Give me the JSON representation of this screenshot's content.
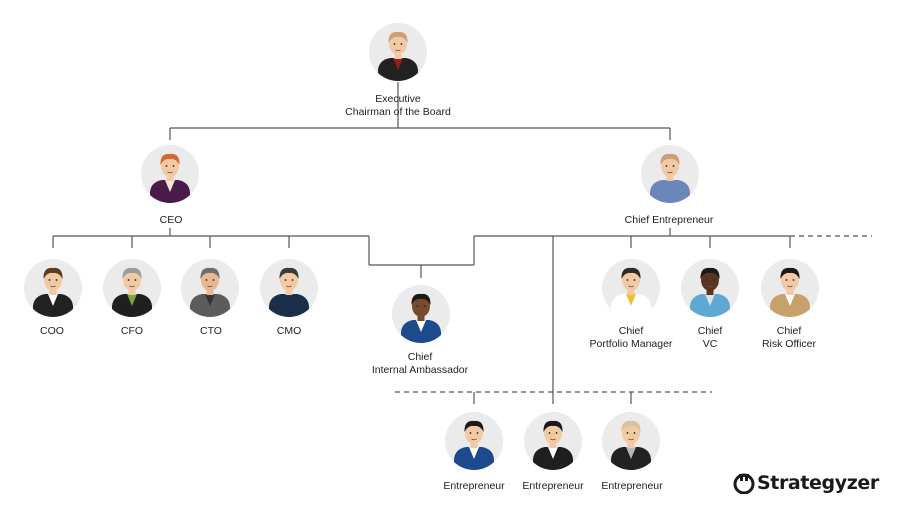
{
  "colors": {
    "line": "#555555",
    "avatar_bg": "#ebebeb",
    "skin": "#f2c9a5",
    "dark_skin": "#7a4a2c",
    "text": "#222222",
    "logo": "#1a1a1a"
  },
  "nodes": {
    "executive": {
      "lines": [
        "Executive",
        "Chairman of the Board"
      ],
      "suit": "#222222",
      "hair": "#c9a07c",
      "skin": "#f2c9a5",
      "accent": "#9b1b1b"
    },
    "ceo": {
      "lines": [
        "CEO"
      ],
      "suit": "#4a1a4a",
      "hair": "#d4662f",
      "skin": "#f2c9a5",
      "accent": "#f1e6d2"
    },
    "chief_entrepreneur": {
      "lines": [
        "Chief Entrepreneur"
      ],
      "suit": "#6b86b9",
      "hair": "#c9a07c",
      "skin": "#f2c9a5",
      "accent": "#6b86b9"
    },
    "coo": {
      "lines": [
        "COO"
      ],
      "suit": "#222222",
      "hair": "#5a3b24",
      "skin": "#f2c9a5",
      "accent": "#ffffff"
    },
    "cfo": {
      "lines": [
        "CFO"
      ],
      "suit": "#1f1f1f",
      "hair": "#9c9c9c",
      "skin": "#f2c9a5",
      "accent": "#7aa63a"
    },
    "cto": {
      "lines": [
        "CTO"
      ],
      "suit": "#5c5c5c",
      "hair": "#6e6e6e",
      "skin": "#e8b890",
      "accent": "#333333"
    },
    "cmo": {
      "lines": [
        "CMO"
      ],
      "suit": "#1b2f4a",
      "hair": "#3a3a3a",
      "skin": "#f2c9a5",
      "accent": "#1b2f4a"
    },
    "chief_ambassador": {
      "lines": [
        "Chief",
        "Internal Ambassador"
      ],
      "suit": "#1c4a8c",
      "hair": "#1a1a1a",
      "skin": "#7a4a2c",
      "accent": "#ffffff"
    },
    "chief_portfolio": {
      "lines": [
        "Chief",
        "Portfolio Manager"
      ],
      "suit": "#ffffff",
      "hair": "#2a2a2a",
      "skin": "#f2c9a5",
      "accent": "#f0c030"
    },
    "chief_vc": {
      "lines": [
        "Chief",
        "VC"
      ],
      "suit": "#5fa8d3",
      "hair": "#1a1a1a",
      "skin": "#5a3520",
      "accent": "#e0e0e0"
    },
    "chief_risk": {
      "lines": [
        "Chief",
        "Risk Officer"
      ],
      "suit": "#c7a16c",
      "hair": "#1a1a1a",
      "skin": "#f2c9a5",
      "accent": "#ffffff"
    },
    "entrepreneur_1": {
      "lines": [
        "Entrepreneur"
      ],
      "suit": "#1c4a8c",
      "hair": "#1a1a1a",
      "skin": "#f2c9a5",
      "accent": "#ffffff"
    },
    "entrepreneur_2": {
      "lines": [
        "Entrepreneur"
      ],
      "suit": "#1f1f1f",
      "hair": "#1a1a1a",
      "skin": "#f2c9a5",
      "accent": "#ffffff"
    },
    "entrepreneur_3": {
      "lines": [
        "Entrepreneur"
      ],
      "suit": "#222222",
      "hair": "#d9c39a",
      "skin": "#f2c9a5",
      "accent": "#b9b9b9"
    }
  },
  "logo": {
    "text": "Strategyzer",
    "icon": "strategyzer-logo-icon"
  }
}
